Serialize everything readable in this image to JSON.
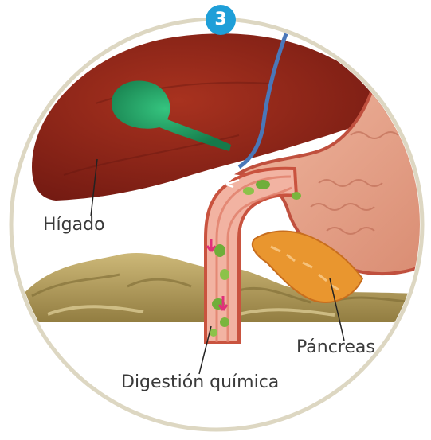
{
  "step_number": "3",
  "labels": {
    "liver": "Hígado",
    "pancreas": "Páncreas",
    "chemical_digestion": "Digestión química"
  },
  "colors": {
    "badge": "#1f9fd8",
    "frame": "#ddd7c2",
    "liver": "#8e2217",
    "gallbladder": "#1f9b63",
    "stomach": "#e7a48c",
    "pancreas": "#e9962f",
    "intestine": "#b59a55",
    "leader_lines": "#222222"
  }
}
